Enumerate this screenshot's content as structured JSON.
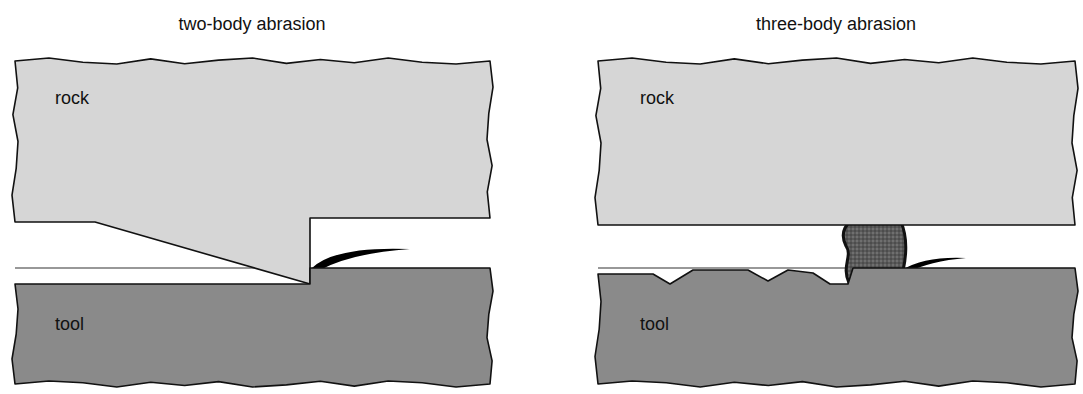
{
  "diagram": {
    "nodes": [
      {
        "text": [
          "rock"
        ]
      },
      {
        "text": [
          "tool"
        ]
      },
      {
        "text": [
          "rock"
        ]
      },
      {
        "text": [
          "tool"
        ]
      }
    ],
    "labels": [
      "two-body abrasion",
      "three-body abrasion"
    ]
  }
}
